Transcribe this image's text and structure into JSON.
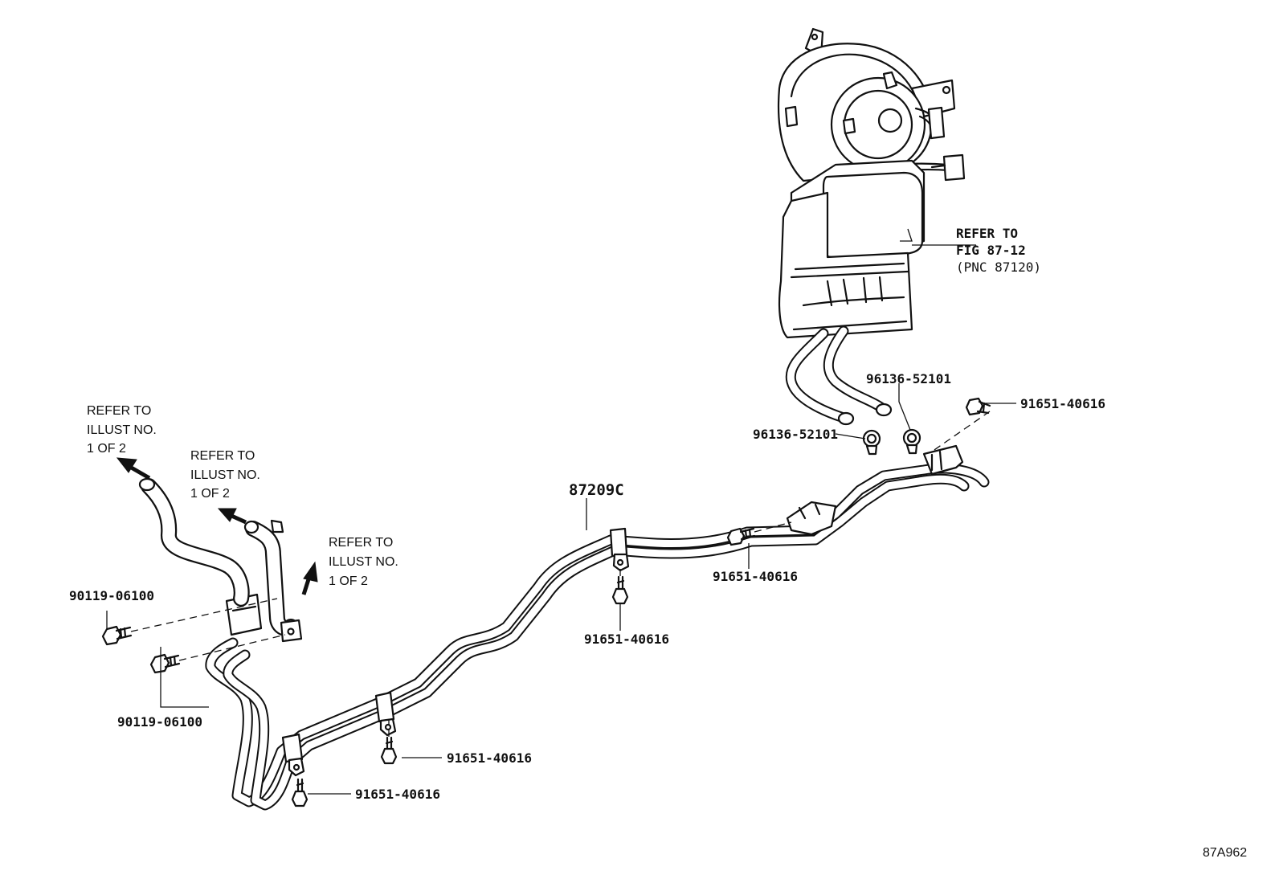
{
  "callouts": {
    "refer_left": [
      "REFER TO",
      "ILLUST NO.",
      "1 OF 2"
    ],
    "refer_mid": [
      "REFER TO",
      "ILLUST NO.",
      "1 OF 2"
    ],
    "refer_right": [
      "REFER TO",
      "ILLUST NO.",
      "1 OF 2"
    ],
    "refer_fig": [
      "REFER TO",
      "FIG 87-12",
      "(PNC 87120)"
    ]
  },
  "parts": {
    "main_tube": "87209C",
    "bolt_upper_left": "90119-06100",
    "bolt_lower_left": "90119-06100",
    "bolt_bottom_a": "91651-40616",
    "bolt_bottom_b": "91651-40616",
    "bolt_center": "91651-40616",
    "bolt_right_bracket": "91651-40616",
    "bolt_top_right": "91651-40616",
    "clamp_upper": "96136-52101",
    "clamp_lower": "96136-52101"
  },
  "figure_id": "87A962"
}
